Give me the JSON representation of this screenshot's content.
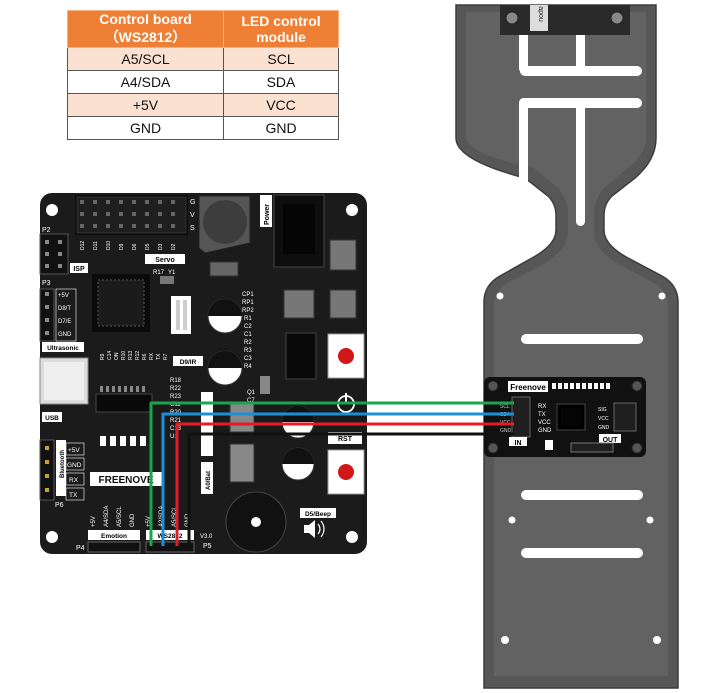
{
  "table": {
    "headers": [
      [
        "Control board",
        "（WS2812）"
      ],
      [
        "LED control",
        "module"
      ]
    ],
    "rows": [
      [
        "A5/SCL",
        "SCL"
      ],
      [
        "A4/SDA",
        "SDA"
      ],
      [
        "+5V",
        "VCC"
      ],
      [
        "GND",
        "GND"
      ]
    ]
  },
  "board": {
    "brand": "FREENOVE",
    "version": "V3.0",
    "servo_label": "Servo",
    "power_label": "Power",
    "isp_label": "ISP",
    "ultrasonic_label": "Ultrasonic",
    "usb_label": "USB",
    "bluetooth_label": "Bluetooth",
    "emotion_label": "Emotion",
    "ws2812_label": "WS2812",
    "rst_label": "RST",
    "d9ir_label": "D9/IR",
    "a0bat_label": "A0/Bat",
    "d5beep_label": "D5/Beep",
    "p2": "P2",
    "p3": "P3",
    "p4": "P4",
    "p5": "P5",
    "p6": "P6",
    "gvs": [
      "G",
      "V",
      "S"
    ],
    "servo_pins": [
      "D12",
      "D11",
      "D10",
      "D9",
      "D6",
      "D5",
      "D3",
      "D2"
    ],
    "p3_pins": [
      "+5V",
      "D8/T",
      "D7/E",
      "GND"
    ],
    "bt_pins": [
      "+5V",
      "GND",
      "RX",
      "TX"
    ],
    "emotion_pins": [
      "+5V",
      "A4/SDA",
      "A5/SCL",
      "GND"
    ],
    "ws_pins": [
      "+5V",
      "A2/SDA",
      "A5/SCL",
      "GND"
    ],
    "res_labels": [
      "R9",
      "C14",
      "ON",
      "R10",
      "R13",
      "R12",
      "R6",
      "RX",
      "TX",
      "R7"
    ],
    "cp_labels": [
      "CP1",
      "RP1",
      "RP2",
      "R1",
      "C2",
      "C1",
      "R2",
      "R3",
      "C3",
      "R4"
    ],
    "mid_labels": [
      "R18",
      "R22",
      "R23",
      "C11",
      "R20",
      "R21",
      "C13",
      "U1"
    ],
    "small_labels": [
      "R17",
      "Y1",
      "Q1",
      "C7"
    ]
  },
  "module": {
    "brand": "Freenove",
    "left_pins": [
      "RX",
      "TX",
      "VCC",
      "GND"
    ],
    "left_pins_small": [
      "SCL",
      "SDA",
      "VCC",
      "GND"
    ],
    "right_pins": [
      "SIG",
      "VCC",
      "GND"
    ],
    "in_label": "IN",
    "out_label": "OUT",
    "top_label": "apou"
  },
  "wire_colors": {
    "green": "#1aa64a",
    "blue": "#1a8fd8",
    "red": "#e51c23",
    "black": "#111111"
  }
}
